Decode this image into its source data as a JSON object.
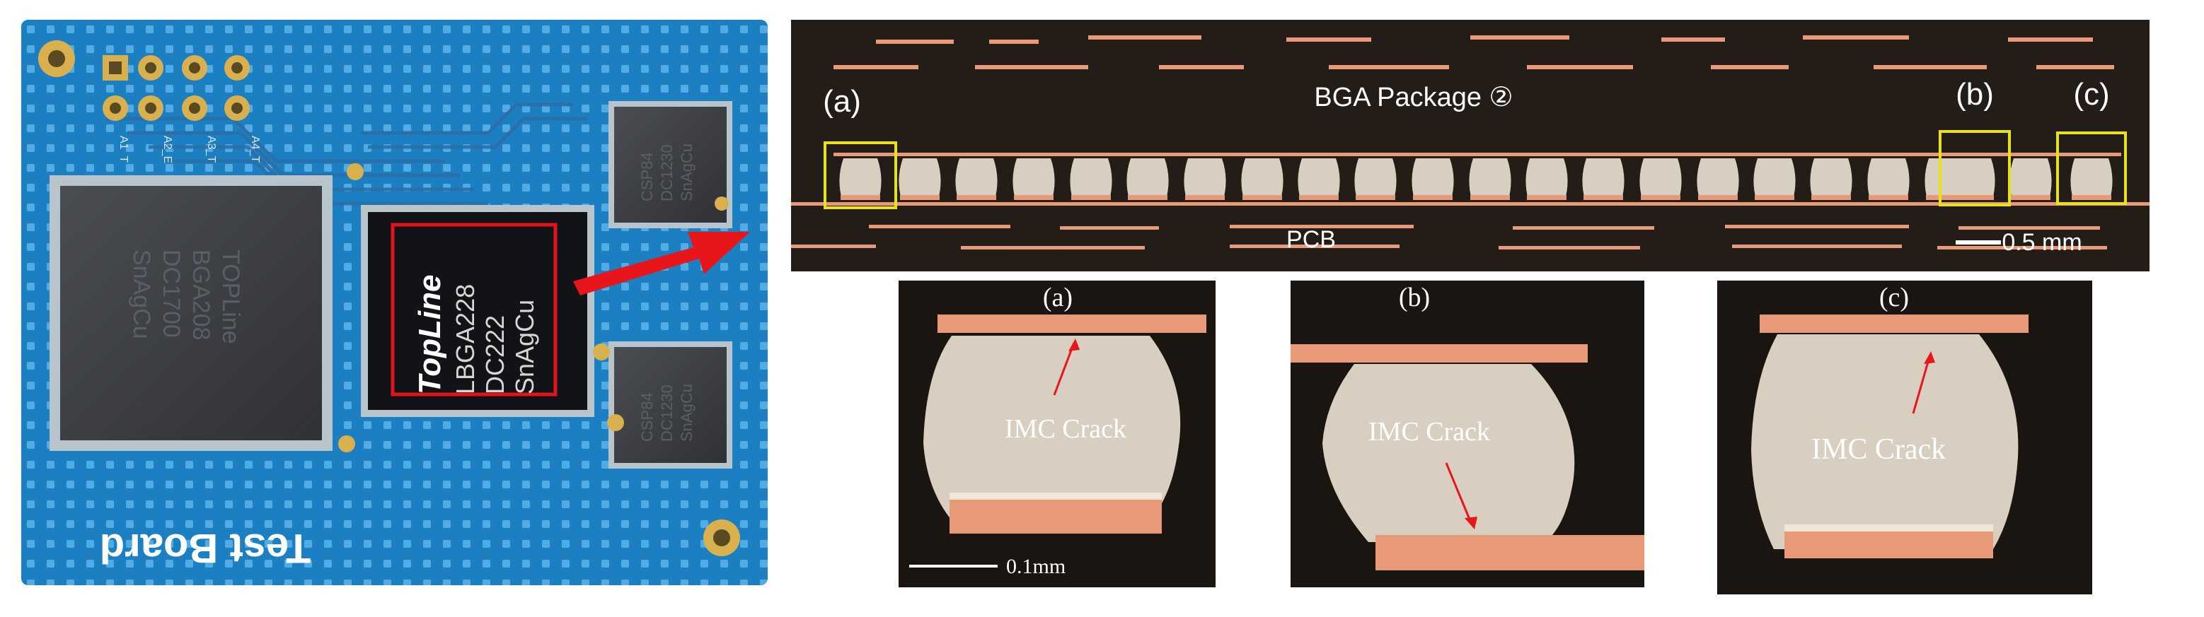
{
  "board": {
    "label": "Test Board",
    "main_chip_brand": "TopLine",
    "main_chip_part": "LBGA228",
    "main_chip_code": "DC222",
    "main_chip_alloy": "SnAgCu",
    "left_chip_lines": [
      "TOPLine",
      "BGA208",
      "DC1700",
      "SnAgCu"
    ],
    "small_chip_lines": [
      "CSP84",
      "DC1230",
      "SnAgCu"
    ],
    "pin_labels": [
      "A1_T",
      "A2_E",
      "A3_T",
      "A4_T"
    ],
    "highlight_color": "#e0141b",
    "pcb_color": "#1f84c6"
  },
  "cross_section": {
    "title": "BGA Package ②",
    "pcb_label": "PCB",
    "scale_label": "0.5 mm",
    "callouts": [
      "(a)",
      "(b)",
      "(c)"
    ],
    "box_color": "#e6e21a"
  },
  "details": [
    {
      "tag": "(a)",
      "crack_label": "IMC Crack",
      "scale_label": "0.1mm"
    },
    {
      "tag": "(b)",
      "crack_label": "IMC Crack"
    },
    {
      "tag": "(c)",
      "crack_label": "IMC Crack"
    }
  ],
  "colors": {
    "copper": "#e89a78",
    "solder": "#d9cfc0",
    "arrow_red": "#e8161b"
  }
}
